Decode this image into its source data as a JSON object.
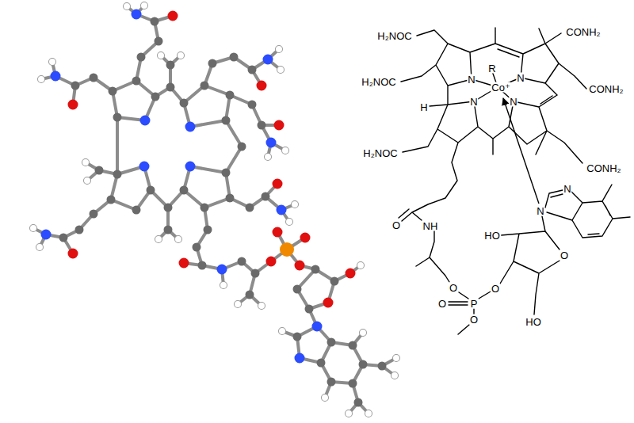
{
  "diagram": {
    "labels": [
      "H₂NOC",
      "CONH₂",
      "H₂NOC",
      "CONH₂",
      "R",
      "N",
      "Co⁺",
      "N",
      "H",
      "N",
      "N",
      "H₂NOC",
      "CONH₂",
      "N",
      "N",
      "O",
      "NH",
      "HO",
      "O",
      "O",
      "O",
      "O",
      "P",
      "O",
      "HO"
    ]
  }
}
